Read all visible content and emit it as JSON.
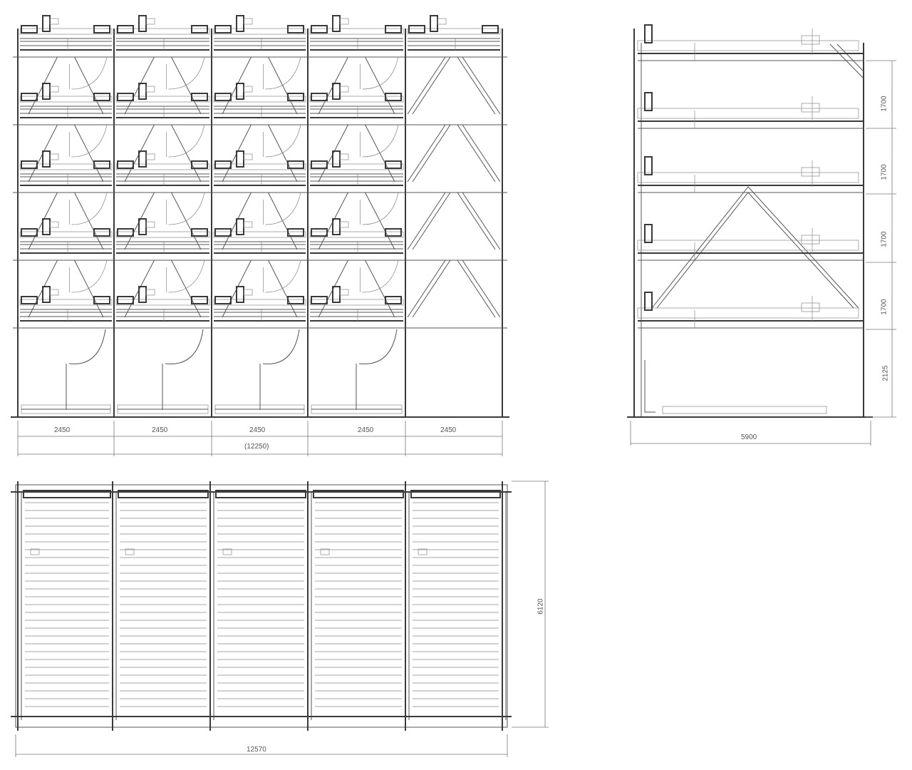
{
  "front_view": {
    "bay_dimensions": [
      "2450",
      "2450",
      "2450",
      "2450",
      "2450"
    ],
    "total_dimension": "(12250)"
  },
  "side_view": {
    "level_dimensions": [
      "1700",
      "1700",
      "1700",
      "1700",
      "2125"
    ],
    "depth_dimension": "5900"
  },
  "plan_view": {
    "width_dimension": "12570",
    "depth_dimension": "6120"
  },
  "colors": {
    "line": "#555555",
    "background": "#ffffff"
  }
}
